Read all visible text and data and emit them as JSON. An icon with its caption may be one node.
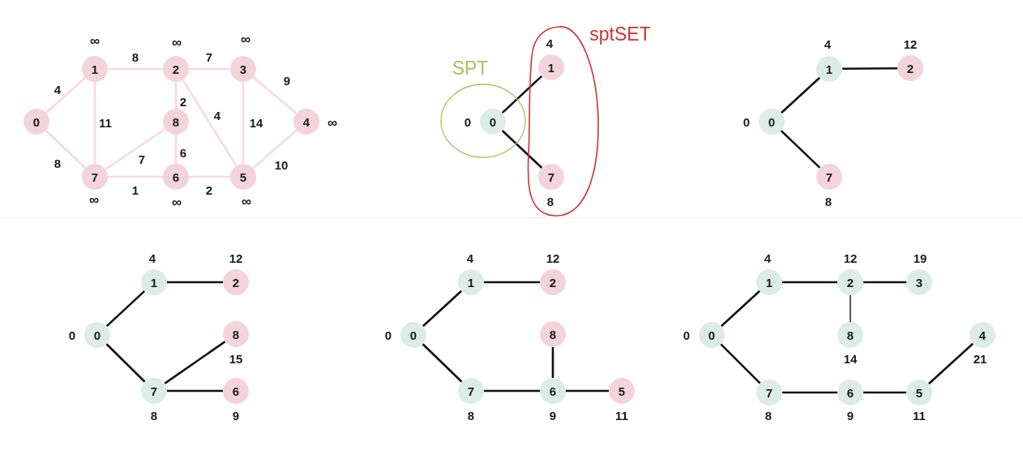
{
  "diagram": {
    "nodes": [
      {
        "text": [
          "1"
        ],
        "beside": [
          "∞"
        ]
      },
      {
        "text": [
          "2"
        ],
        "beside": [
          "∞"
        ]
      },
      {
        "text": [
          "3"
        ],
        "beside": [
          "∞"
        ]
      },
      {
        "text": [
          "0"
        ]
      },
      {
        "text": [
          "8"
        ]
      },
      {
        "text": [
          "4"
        ],
        "beside": [
          "∞"
        ]
      },
      {
        "text": [
          "7"
        ],
        "beside": [
          "∞"
        ]
      },
      {
        "text": [
          "6"
        ],
        "beside": [
          "∞"
        ]
      },
      {
        "text": [
          "5"
        ],
        "beside": [
          "∞"
        ]
      },
      {
        "text": [
          "SPT"
        ]
      },
      {
        "text": [
          "0"
        ],
        "beside": [
          "0"
        ],
        "in": 9
      },
      {
        "text": [
          "sptSET"
        ]
      },
      {
        "text": [
          "1"
        ],
        "beside": [
          "4"
        ],
        "in": 11
      },
      {
        "text": [
          "7"
        ],
        "beside": [
          "8"
        ],
        "in": 11
      },
      {
        "text": [
          "1"
        ],
        "beside": [
          "4"
        ]
      },
      {
        "text": [
          "2"
        ],
        "beside": [
          "12"
        ]
      },
      {
        "text": [
          "0"
        ],
        "beside": [
          "0"
        ]
      },
      {
        "text": [
          "7"
        ],
        "beside": [
          "8"
        ]
      },
      {
        "text": [
          "1"
        ],
        "beside": [
          "4"
        ]
      },
      {
        "text": [
          "2"
        ],
        "beside": [
          "12"
        ]
      },
      {
        "text": [
          "0"
        ],
        "beside": [
          "0"
        ]
      },
      {
        "text": [
          "8"
        ],
        "beside": [
          "15"
        ]
      },
      {
        "text": [
          "7"
        ],
        "beside": [
          "8"
        ]
      },
      {
        "text": [
          "6"
        ],
        "beside": [
          "9"
        ]
      },
      {
        "text": [
          "1"
        ],
        "beside": [
          "4"
        ]
      },
      {
        "text": [
          "2"
        ],
        "beside": [
          "12"
        ]
      },
      {
        "text": [
          "0"
        ],
        "beside": [
          "0"
        ]
      },
      {
        "text": [
          "8"
        ]
      },
      {
        "text": [
          "7"
        ],
        "beside": [
          "8"
        ]
      },
      {
        "text": [
          "6"
        ],
        "beside": [
          "9"
        ]
      },
      {
        "text": [
          "5"
        ],
        "beside": [
          "11"
        ]
      },
      {
        "text": [
          "1"
        ],
        "beside": [
          "4"
        ]
      },
      {
        "text": [
          "2"
        ],
        "beside": [
          "12"
        ]
      },
      {
        "text": [
          "3"
        ],
        "beside": [
          "19"
        ]
      },
      {
        "text": [
          "0"
        ],
        "beside": [
          "0"
        ]
      },
      {
        "text": [
          "8"
        ],
        "beside": [
          "14"
        ]
      },
      {
        "text": [
          "4"
        ],
        "beside": [
          "21"
        ]
      },
      {
        "text": [
          "7"
        ],
        "beside": [
          "8"
        ]
      },
      {
        "text": [
          "6"
        ],
        "beside": [
          "9"
        ]
      },
      {
        "text": [
          "5"
        ],
        "beside": [
          "11"
        ]
      }
    ],
    "edges": [
      {
        "from": 3,
        "to": 0,
        "arrow": "none",
        "label": "4",
        "color": "#f6dae0"
      },
      {
        "from": 3,
        "to": 6,
        "arrow": "none",
        "label": "8",
        "color": "#f6dae0"
      },
      {
        "from": 0,
        "to": 1,
        "arrow": "none",
        "label": "8",
        "color": "#f6dae0"
      },
      {
        "from": 0,
        "to": 6,
        "arrow": "none",
        "label": "11",
        "color": "#f6dae0"
      },
      {
        "from": 1,
        "to": 2,
        "arrow": "none",
        "label": "7",
        "color": "#f6dae0"
      },
      {
        "from": 1,
        "to": 4,
        "arrow": "none",
        "label": "2",
        "color": "#f6dae0"
      },
      {
        "from": 1,
        "to": 8,
        "arrow": "none",
        "label": "4",
        "color": "#f6dae0"
      },
      {
        "from": 2,
        "to": 5,
        "arrow": "none",
        "label": "9",
        "color": "#f6dae0"
      },
      {
        "from": 2,
        "to": 8,
        "arrow": "none",
        "label": "14",
        "color": "#f6dae0"
      },
      {
        "from": 4,
        "to": 6,
        "arrow": "none",
        "label": "7",
        "color": "#f6dae0"
      },
      {
        "from": 4,
        "to": 7,
        "arrow": "none",
        "label": "6",
        "color": "#f6dae0"
      },
      {
        "from": 6,
        "to": 7,
        "arrow": "none",
        "label": "1",
        "color": "#f6dae0"
      },
      {
        "from": 7,
        "to": 8,
        "arrow": "none",
        "label": "2",
        "color": "#f6dae0"
      },
      {
        "from": 8,
        "to": 5,
        "arrow": "none",
        "label": "10",
        "color": "#f6dae0"
      },
      {
        "from": 10,
        "to": 12,
        "arrow": "none"
      },
      {
        "from": 10,
        "to": 13,
        "arrow": "none"
      },
      {
        "from": 16,
        "to": 14,
        "arrow": "none"
      },
      {
        "from": 14,
        "to": 15,
        "arrow": "none"
      },
      {
        "from": 16,
        "to": 17,
        "arrow": "none"
      },
      {
        "from": 20,
        "to": 18,
        "arrow": "none"
      },
      {
        "from": 18,
        "to": 19,
        "arrow": "none"
      },
      {
        "from": 20,
        "to": 22,
        "arrow": "none"
      },
      {
        "from": 22,
        "to": 21,
        "arrow": "none"
      },
      {
        "from": 22,
        "to": 23,
        "arrow": "none"
      },
      {
        "from": 26,
        "to": 24,
        "arrow": "none"
      },
      {
        "from": 24,
        "to": 25,
        "arrow": "none"
      },
      {
        "from": 26,
        "to": 28,
        "arrow": "none"
      },
      {
        "from": 28,
        "to": 29,
        "arrow": "none"
      },
      {
        "from": 29,
        "to": 27,
        "arrow": "none"
      },
      {
        "from": 29,
        "to": 30,
        "arrow": "none"
      },
      {
        "from": 34,
        "to": 31,
        "arrow": "none"
      },
      {
        "from": 31,
        "to": 32,
        "arrow": "none"
      },
      {
        "from": 32,
        "to": 33,
        "arrow": "none"
      },
      {
        "from": 32,
        "to": 35,
        "arrow": "none"
      },
      {
        "from": 34,
        "to": 37,
        "arrow": "none"
      },
      {
        "from": 37,
        "to": 38,
        "arrow": "none"
      },
      {
        "from": 38,
        "to": 39,
        "arrow": "none"
      },
      {
        "from": 39,
        "to": 36,
        "arrow": "none"
      }
    ]
  }
}
